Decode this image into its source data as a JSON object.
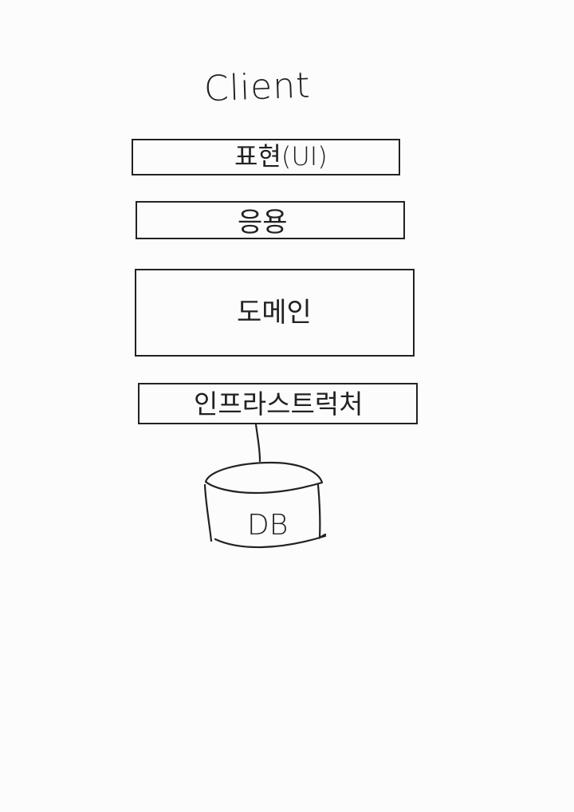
{
  "client_label": "Client",
  "layers": {
    "presentation": "표현(UI)",
    "application": "응용",
    "domain": "도메인",
    "infrastructure": "인프라스트럭처"
  },
  "database_label": "DB"
}
